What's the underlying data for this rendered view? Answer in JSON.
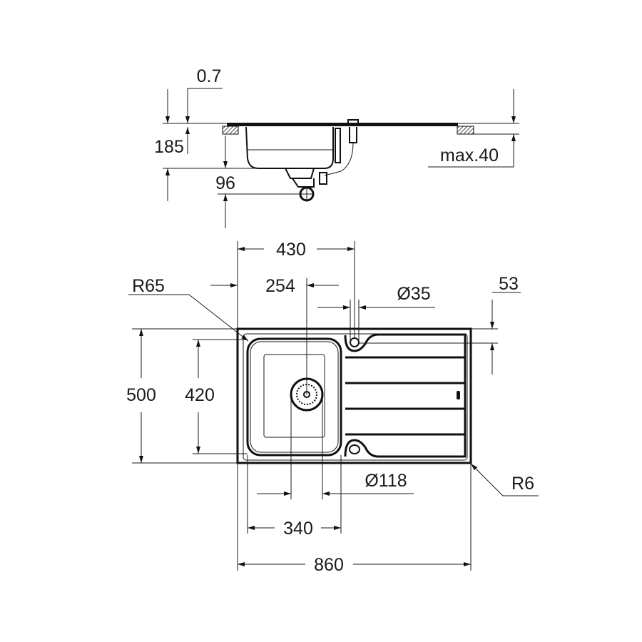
{
  "title": "Kitchen sink dimension drawing",
  "side_view": {
    "thickness": "0.7",
    "height": "185",
    "drain_depth": "96",
    "countertop": "max.40"
  },
  "top_view": {
    "depth_to_tap": "430",
    "bowl_center": "254",
    "tap_hole": "Ø35",
    "tap_offset": "53",
    "corner_radius_bowl": "R65",
    "overall_depth": "500",
    "bowl_depth": "420",
    "drain_diameter": "Ø118",
    "bowl_width": "340",
    "overall_width": "860",
    "corner_radius_outer": "R6"
  },
  "colors": {
    "line": "#1a1a1a",
    "background": "#ffffff"
  }
}
